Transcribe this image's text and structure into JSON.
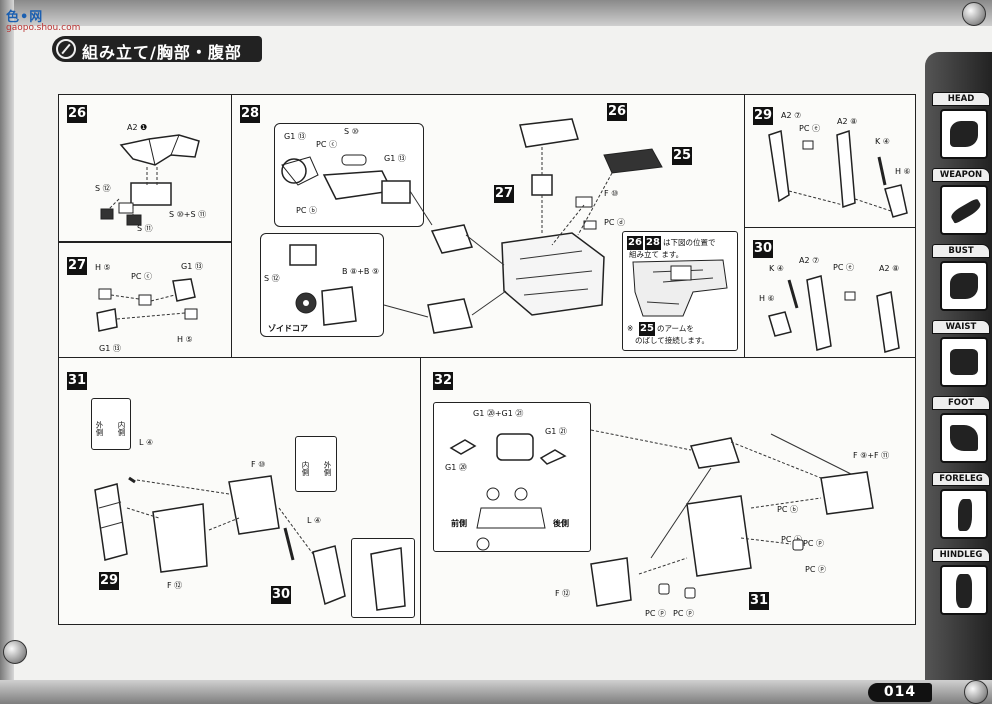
{
  "header": {
    "watermark": "色•网",
    "watermark_sub": "gaopo.shou.com",
    "title": "組み立て/胸部・腹部"
  },
  "steps": {
    "s26": {
      "num": "26",
      "labels": {
        "a2": "A2 ❶",
        "s12": "S ⑫",
        "s10s11": "S ⑩+S ⑪",
        "s11": "S ⑪"
      }
    },
    "s27": {
      "num": "27",
      "labels": {
        "h5a": "H ⑤",
        "pc": "PC ⓒ",
        "g1a": "G1 ⑬",
        "g1b": "G1 ⑬",
        "h5b": "H ⑤"
      }
    },
    "s28": {
      "num": "28",
      "labels": {
        "g1": "G1 ⑬",
        "pc_top": "PC ⓒ",
        "s10": "S ⑩",
        "g1b": "G1 ⑬",
        "pc_b": "PC ⓑ",
        "s12": "S ⑫",
        "b8b9": "B ⑧+B ⑨",
        "core": "ゾイドコア",
        "f10": "F ⑩",
        "pc_d": "PC ⓓ"
      },
      "ref26": "26",
      "ref27": "27",
      "ref25": "25",
      "note_refs": [
        "26",
        "28"
      ],
      "note_line1": "は下図の位置で",
      "note_line2": "組み立て ます。",
      "note_bottom_ref": "25",
      "note_bottom1": "のアームを",
      "note_bottom2": "のばして接続します。",
      "note_mark": "※"
    },
    "s29": {
      "num": "29",
      "labels": {
        "a2a": "A2 ⑦",
        "pc": "PC ⓔ",
        "a2b": "A2 ⑧",
        "k": "K ④",
        "h": "H ⑥"
      }
    },
    "s30": {
      "num": "30",
      "labels": {
        "k": "K ④",
        "a2a": "A2 ⑦",
        "pc": "PC ⓔ",
        "a2b": "A2 ⑧",
        "h": "H ⑥"
      }
    },
    "s31": {
      "num": "31",
      "labels": {
        "outer": "外側",
        "inner": "内側",
        "l4a": "L ④",
        "f10": "F ⑩",
        "l4b": "L ④",
        "f12": "F ⑫"
      },
      "inner2": "内側",
      "outer2": "外側",
      "ref29": "29",
      "ref30": "30"
    },
    "s32": {
      "num": "32",
      "labels": {
        "g1_pair": "G1 ⑳+G1 ㉑",
        "g1a": "G1 ⑳",
        "g1b": "G1 ㉑",
        "front": "前側",
        "rear": "後側",
        "f9f11": "F ⑨+F ⑪",
        "pc_b1": "PC ⓑ",
        "pc_b2": "PC ⓑ",
        "pc_p1": "PC ⓟ",
        "pc_p2": "PC ⓟ",
        "f12": "F ⑫",
        "pc_p3": "PC ⓟ",
        "pc_p4": "PC ⓟ"
      },
      "ref31": "31"
    }
  },
  "side_tabs": [
    {
      "label": "HEAD",
      "icon": "head-icon"
    },
    {
      "label": "WEAPON",
      "icon": "weapon-icon"
    },
    {
      "label": "BUST",
      "icon": "bust-icon"
    },
    {
      "label": "WAIST",
      "icon": "waist-icon"
    },
    {
      "label": "FOOT",
      "icon": "foot-icon"
    },
    {
      "label": "FORELEG",
      "icon": "foreleg-icon"
    },
    {
      "label": "HINDLEG",
      "icon": "hindleg-icon"
    }
  ],
  "footer": {
    "page_number": "014"
  }
}
